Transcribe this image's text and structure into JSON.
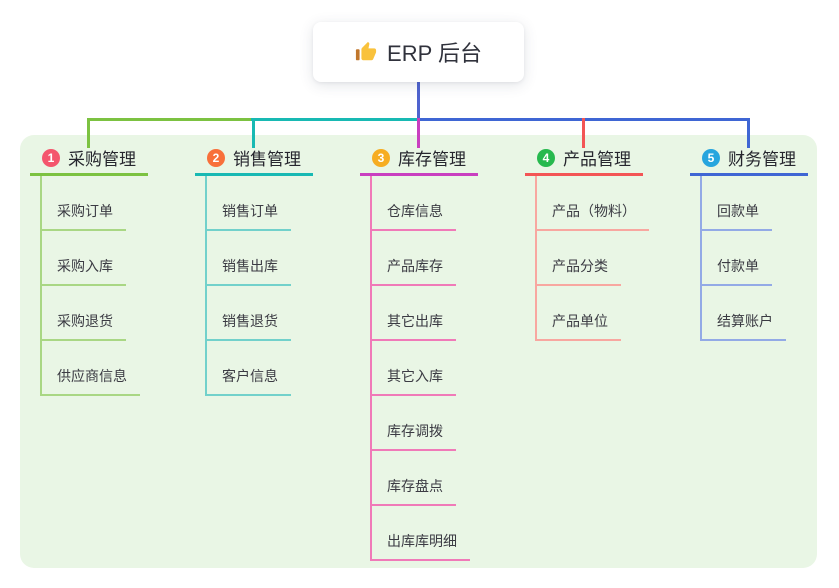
{
  "root": {
    "title": "ERP 后台",
    "icon": "thumbs-up-icon"
  },
  "colors": {
    "page_bg": "#ffffff",
    "panel_bg": "#e9f6e5",
    "trunk": "#4f63cf",
    "root_text": "#30323c",
    "header_text": "#26262e",
    "child_text": "#3b3b43",
    "thumb_gold": "#f9c23c",
    "thumb_cuff": "#c0762c"
  },
  "branches": [
    {
      "key": "purchase",
      "badge": "1",
      "label": "采购管理",
      "badge_color": "#f4566d",
      "line_color": "#7cc241",
      "child_line_color": "#a9d784",
      "children": [
        "采购订单",
        "采购入库",
        "采购退货",
        "供应商信息"
      ]
    },
    {
      "key": "sales",
      "badge": "2",
      "label": "销售管理",
      "badge_color": "#f8703a",
      "line_color": "#18b9b3",
      "child_line_color": "#72d1cb",
      "children": [
        "销售订单",
        "销售出库",
        "销售退货",
        "客户信息"
      ]
    },
    {
      "key": "inventory",
      "badge": "3",
      "label": "库存管理",
      "badge_color": "#f6ad22",
      "line_color": "#c93fc0",
      "child_line_color": "#f07ab8",
      "children": [
        "仓库信息",
        "产品库存",
        "其它出库",
        "其它入库",
        "库存调拨",
        "库存盘点",
        "出库库明细"
      ]
    },
    {
      "key": "product",
      "badge": "4",
      "label": "产品管理",
      "badge_color": "#27b94e",
      "line_color": "#f35555",
      "child_line_color": "#f8a7a0",
      "children": [
        "产品（物料）",
        "产品分类",
        "产品单位"
      ]
    },
    {
      "key": "finance",
      "badge": "5",
      "label": "财务管理",
      "badge_color": "#27a5de",
      "line_color": "#3f66d4",
      "child_line_color": "#93aae6",
      "children": [
        "回款单",
        "付款单",
        "结算账户"
      ]
    }
  ]
}
